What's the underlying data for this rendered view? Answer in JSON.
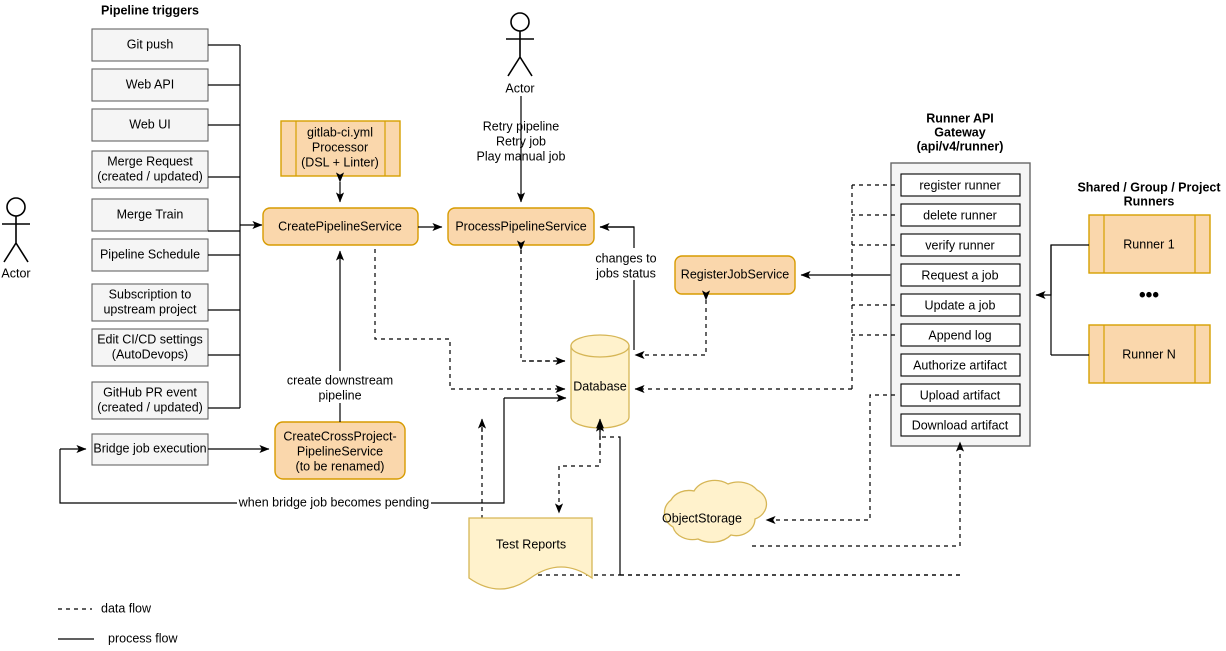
{
  "diagram": {
    "title": "GitLab CI pipeline and runner architecture",
    "colors": {
      "service_fill": "#FAD7AC",
      "service_border": "#D79B00",
      "store_fill": "#FFF2CC",
      "store_border": "#D6B656",
      "trigger_fill": "#F5F5F5",
      "trigger_border": "#666666",
      "edge": "#000000"
    }
  },
  "triggers": {
    "heading": "Pipeline triggers",
    "items": [
      {
        "label": "Git push"
      },
      {
        "label": "Web API"
      },
      {
        "label": "Web UI"
      },
      {
        "label": "Merge Request",
        "label2": "(created / updated)"
      },
      {
        "label": "Merge Train"
      },
      {
        "label": "Pipeline Schedule"
      },
      {
        "label": "Subscription to",
        "label2": "upstream project"
      },
      {
        "label": "Edit CI/CD settings",
        "label2": "(AutoDevops)"
      },
      {
        "label": "GitHub PR event",
        "label2": "(created / updated)"
      },
      {
        "label": "Bridge job execution"
      }
    ]
  },
  "actors": {
    "left": "Actor",
    "top": "Actor"
  },
  "services": {
    "yaml_processor": {
      "line1": "gitlab-ci.yml",
      "line2": "Processor",
      "line3": "(DSL + Linter)"
    },
    "create_pipeline": "CreatePipelineService",
    "process_pipeline": "ProcessPipelineService",
    "cross_project": {
      "line1": "CreateCrossProject-",
      "line2": "PipelineService",
      "line3": "(to be renamed)"
    },
    "register_job": "RegisterJobService"
  },
  "stores": {
    "database": "Database",
    "test_reports": "Test Reports",
    "object_storage": "ObjectStorage"
  },
  "gateway": {
    "title_line1": "Runner API",
    "title_line2": "Gateway",
    "title_line3": "(api/v4/runner)",
    "endpoints": [
      "register runner",
      "delete runner",
      "verify runner",
      "Request a job",
      "Update a job",
      "Append log",
      "Authorize artifact",
      "Upload artifact",
      "Download artifact"
    ]
  },
  "runners": {
    "title_line1": "Shared / Group / Project",
    "title_line2": "Runners",
    "items": [
      "Runner 1",
      "Runner N"
    ],
    "ellipsis": "•••"
  },
  "edge_labels": {
    "retry_line1": "Retry pipeline",
    "retry_line2": "Retry job",
    "retry_line3": "Play manual job",
    "changes_line1": "changes to",
    "changes_line2": "jobs status",
    "downstream_line1": "create downstream",
    "downstream_line2": "pipeline",
    "bridge_pending": "when bridge job becomes pending"
  },
  "legend": {
    "data_flow": "data flow",
    "process_flow": "process flow"
  }
}
